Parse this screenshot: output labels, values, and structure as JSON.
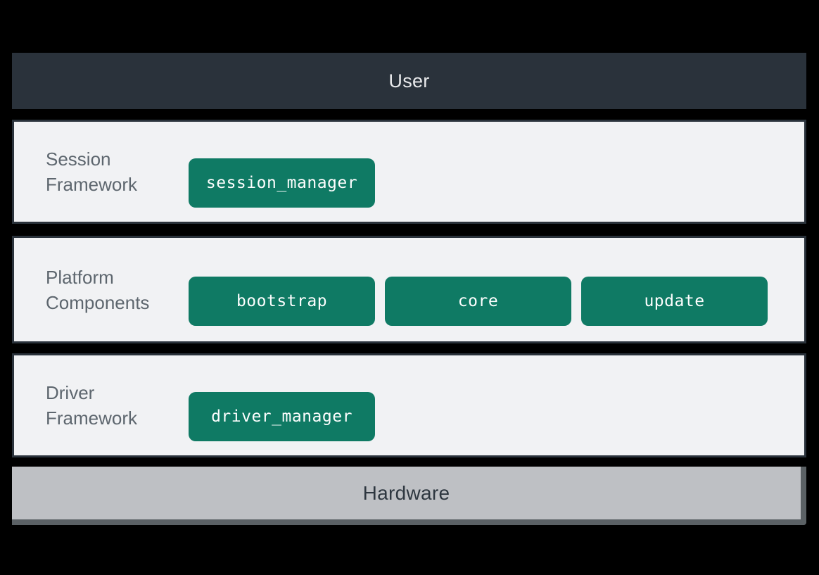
{
  "user_bar": {
    "label": "User"
  },
  "layers": [
    {
      "id": "session-framework",
      "label_lines": [
        "Session",
        "Framework"
      ],
      "buttons": [
        "session_manager"
      ]
    },
    {
      "id": "platform-components",
      "label_lines": [
        "Platform",
        "Components"
      ],
      "buttons": [
        "bootstrap",
        "core",
        "update"
      ]
    },
    {
      "id": "driver-framework",
      "label_lines": [
        "Driver",
        "Framework"
      ],
      "buttons": [
        "driver_manager"
      ]
    }
  ],
  "hardware_bar": {
    "label": "Hardware"
  },
  "colors": {
    "background": "#000000",
    "user_bar_bg": "#2a323b",
    "user_bar_text": "#e9eaec",
    "panel_bg": "#f1f2f4",
    "panel_border": "#2a323b",
    "panel_label_text": "#5d666e",
    "chip_bg": "#0f7a64",
    "chip_text": "#fdfefe",
    "hardware_bg": "#bec0c4",
    "hardware_shadow": "#5b6165",
    "hardware_text": "#2e3740"
  }
}
